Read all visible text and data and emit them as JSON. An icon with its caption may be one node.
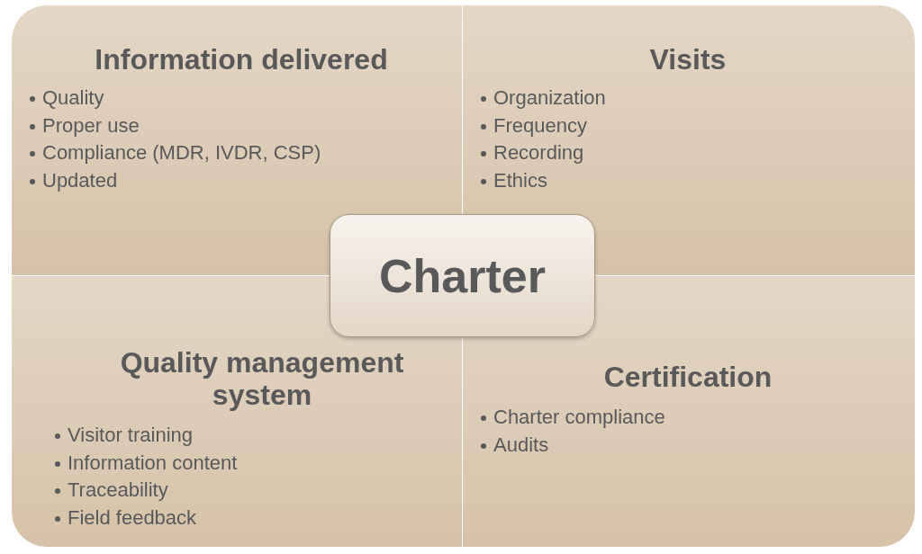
{
  "diagram": {
    "nodes": [
      {
        "text": [
          "Information delivered",
          "Quality",
          "Proper use",
          "Compliance (MDR, IVDR, CSP)",
          "Updated"
        ]
      },
      {
        "text": [
          "Visits",
          "Organization",
          "Frequency",
          "Recording",
          "Ethics"
        ]
      },
      {
        "text": [
          "Quality management system",
          "Visitor training",
          "Information content",
          "Traceability",
          "Field feedback"
        ]
      },
      {
        "text": [
          "Certification",
          "Charter compliance",
          "Audits"
        ]
      },
      {
        "text": [
          "Charter"
        ]
      }
    ],
    "edges": []
  }
}
